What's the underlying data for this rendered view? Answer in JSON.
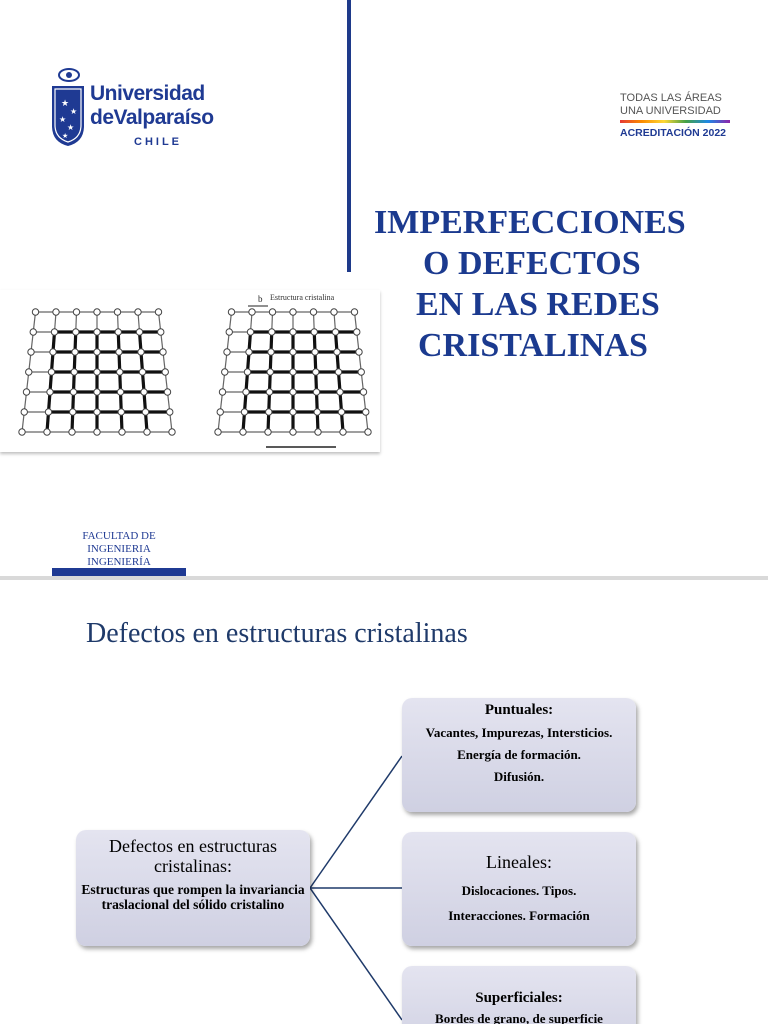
{
  "slide1": {
    "logo": {
      "name_line1": "Universidad",
      "name_line2": "deValparaíso",
      "country": "CHILE"
    },
    "accreditation": {
      "line1": "TODAS LAS ÁREAS",
      "line2": "UNA UNIVERSIDAD",
      "line3": "ACREDITACIÓN 2022"
    },
    "title_lines": [
      "IMPERFECCIONES",
      "O DEFECTOS",
      "EN LAS REDES",
      "CRISTALINAS"
    ],
    "figure_caption": "Estructura cristalina",
    "figure_marker": "b",
    "faculty": {
      "line1": "FACULTAD DE",
      "line2": "INGENIERIA",
      "line3": "INGENIERÍA"
    },
    "colors": {
      "brand_blue": "#1f3a93",
      "title_blue": "#1b3a8f"
    }
  },
  "slide2": {
    "title": "Defectos en estructuras cristalinas",
    "main_box": {
      "heading": "Defectos en estructuras cristalinas:",
      "body": "Estructuras que rompen la invariancia traslacional del sólido cristalino"
    },
    "puntuales": {
      "heading": "Puntuales:",
      "item1": "Vacantes, Impurezas, Intersticios.",
      "item2": "Energía de formación.",
      "item3": "Difusión."
    },
    "lineales": {
      "heading": "Lineales:",
      "item1": "Dislocaciones. Tipos.",
      "item2": "Interacciones. Formación"
    },
    "superficiales": {
      "heading": "Superficiales:",
      "item1": "Bordes de grano, de superficie"
    },
    "colors": {
      "box_fill": "#d6d7e8",
      "connector": "#1f3a6a"
    }
  }
}
